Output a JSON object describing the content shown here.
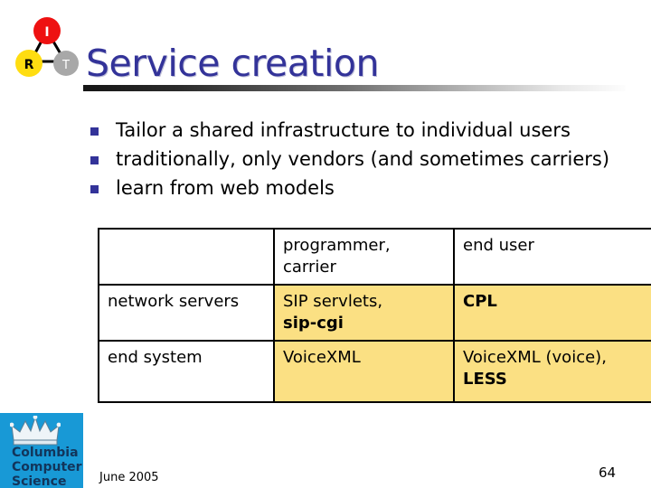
{
  "slide": {
    "title": "Service creation",
    "bullets": [
      "Tailor a shared infrastructure to individual users",
      "traditionally, only vendors (and sometimes carriers)",
      "learn from web models"
    ],
    "footer_date": "June 2005",
    "page_number": "64"
  },
  "logo_irt": {
    "node_top": "I",
    "node_left": "R",
    "node_right": "T",
    "color_top": "#ee1111",
    "color_left": "#ffdd11",
    "color_right": "#a8a8a8"
  },
  "logo_columbia": {
    "line1": "Columbia",
    "line2": "Computer",
    "line3": "Science",
    "background": "#1899d6",
    "text_color": "#12355b",
    "icon": "crown-icon"
  },
  "colors": {
    "title": "#333399",
    "bullet_marker": "#333399",
    "table_highlight": "#fbe083",
    "table_plain": "#ffffff",
    "table_border": "#000000"
  },
  "table": {
    "columns": [
      "",
      "programmer, carrier",
      "end user"
    ],
    "rows": [
      {
        "row_header": "",
        "programmer_carrier": "programmer, carrier",
        "end_user": "end user"
      },
      {
        "row_header": "network servers",
        "programmer_carrier_plain": "SIP servlets,",
        "programmer_carrier_bold": "sip-cgi",
        "end_user_bold": "CPL"
      },
      {
        "row_header": "end system",
        "programmer_carrier_plain": "VoiceXML",
        "end_user_plain": "VoiceXML (voice),",
        "end_user_bold": "LESS"
      }
    ]
  }
}
